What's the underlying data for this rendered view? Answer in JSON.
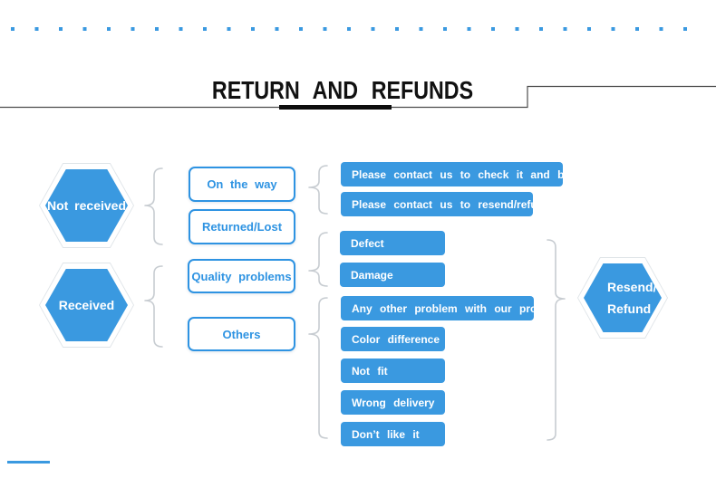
{
  "colors": {
    "accent_blue": "#3A99E0",
    "box_border_blue": "#2E93E2",
    "brace_gray": "#C7CCD1",
    "title_black": "#111111",
    "rule_gray": "#4D4D4D"
  },
  "header": {
    "title": "RETURN AND REFUNDS"
  },
  "diagram": {
    "left_nodes": [
      {
        "label": "Not received"
      },
      {
        "label": "Received"
      }
    ],
    "category_boxes": [
      {
        "label": "On the way"
      },
      {
        "label": "Returned/Lost"
      },
      {
        "label": "Quality problems"
      },
      {
        "label": "Others"
      }
    ],
    "action_boxes": [
      {
        "label": "Please contact us to check it and be patient"
      },
      {
        "label": "Please contact us to resend/refund"
      },
      {
        "label": "Defect"
      },
      {
        "label": "Damage"
      },
      {
        "label": "Any other problem with our products"
      },
      {
        "label": "Color difference"
      },
      {
        "label": "Not fit"
      },
      {
        "label": "Wrong delivery"
      },
      {
        "label": "Don’t like it"
      }
    ],
    "outcome_node": {
      "line1": "Resend/",
      "line2": "Refund"
    }
  }
}
